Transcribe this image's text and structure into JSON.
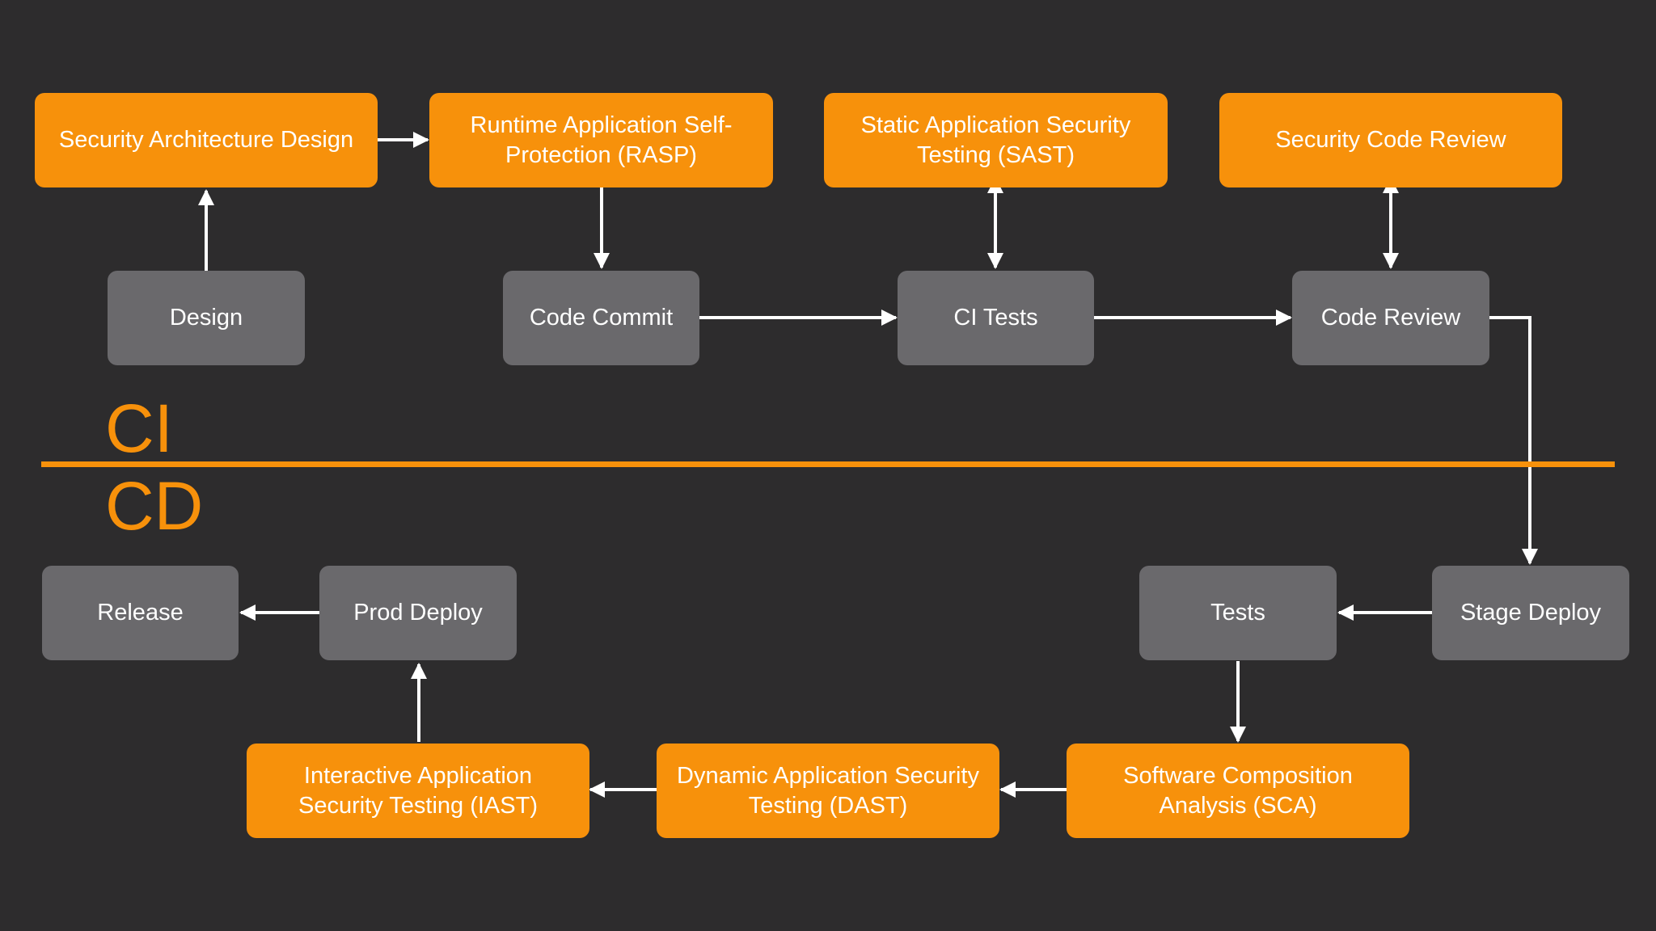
{
  "colors": {
    "background": "#2d2c2d",
    "security_step": "#f7910b",
    "pipeline_step": "#6a696c",
    "arrow": "#ffffff",
    "divider": "#f7910b"
  },
  "sections": {
    "ci_label": "CI",
    "cd_label": "CD"
  },
  "security_steps": {
    "security_architecture_design": "Security Architecture Design",
    "rasp": "Runtime Application Self-\nProtection (RASP)",
    "sast": "Static Application Security\nTesting (SAST)",
    "security_code_review": "Security Code Review",
    "iast": "Interactive Application\nSecurity Testing (IAST)",
    "dast": "Dynamic Application Security\nTesting (DAST)",
    "sca": "Software Composition\nAnalysis (SCA)"
  },
  "pipeline_steps": {
    "design": "Design",
    "code_commit": "Code Commit",
    "ci_tests": "CI Tests",
    "code_review": "Code Review",
    "stage_deploy": "Stage Deploy",
    "tests": "Tests",
    "prod_deploy": "Prod Deploy",
    "release": "Release"
  }
}
